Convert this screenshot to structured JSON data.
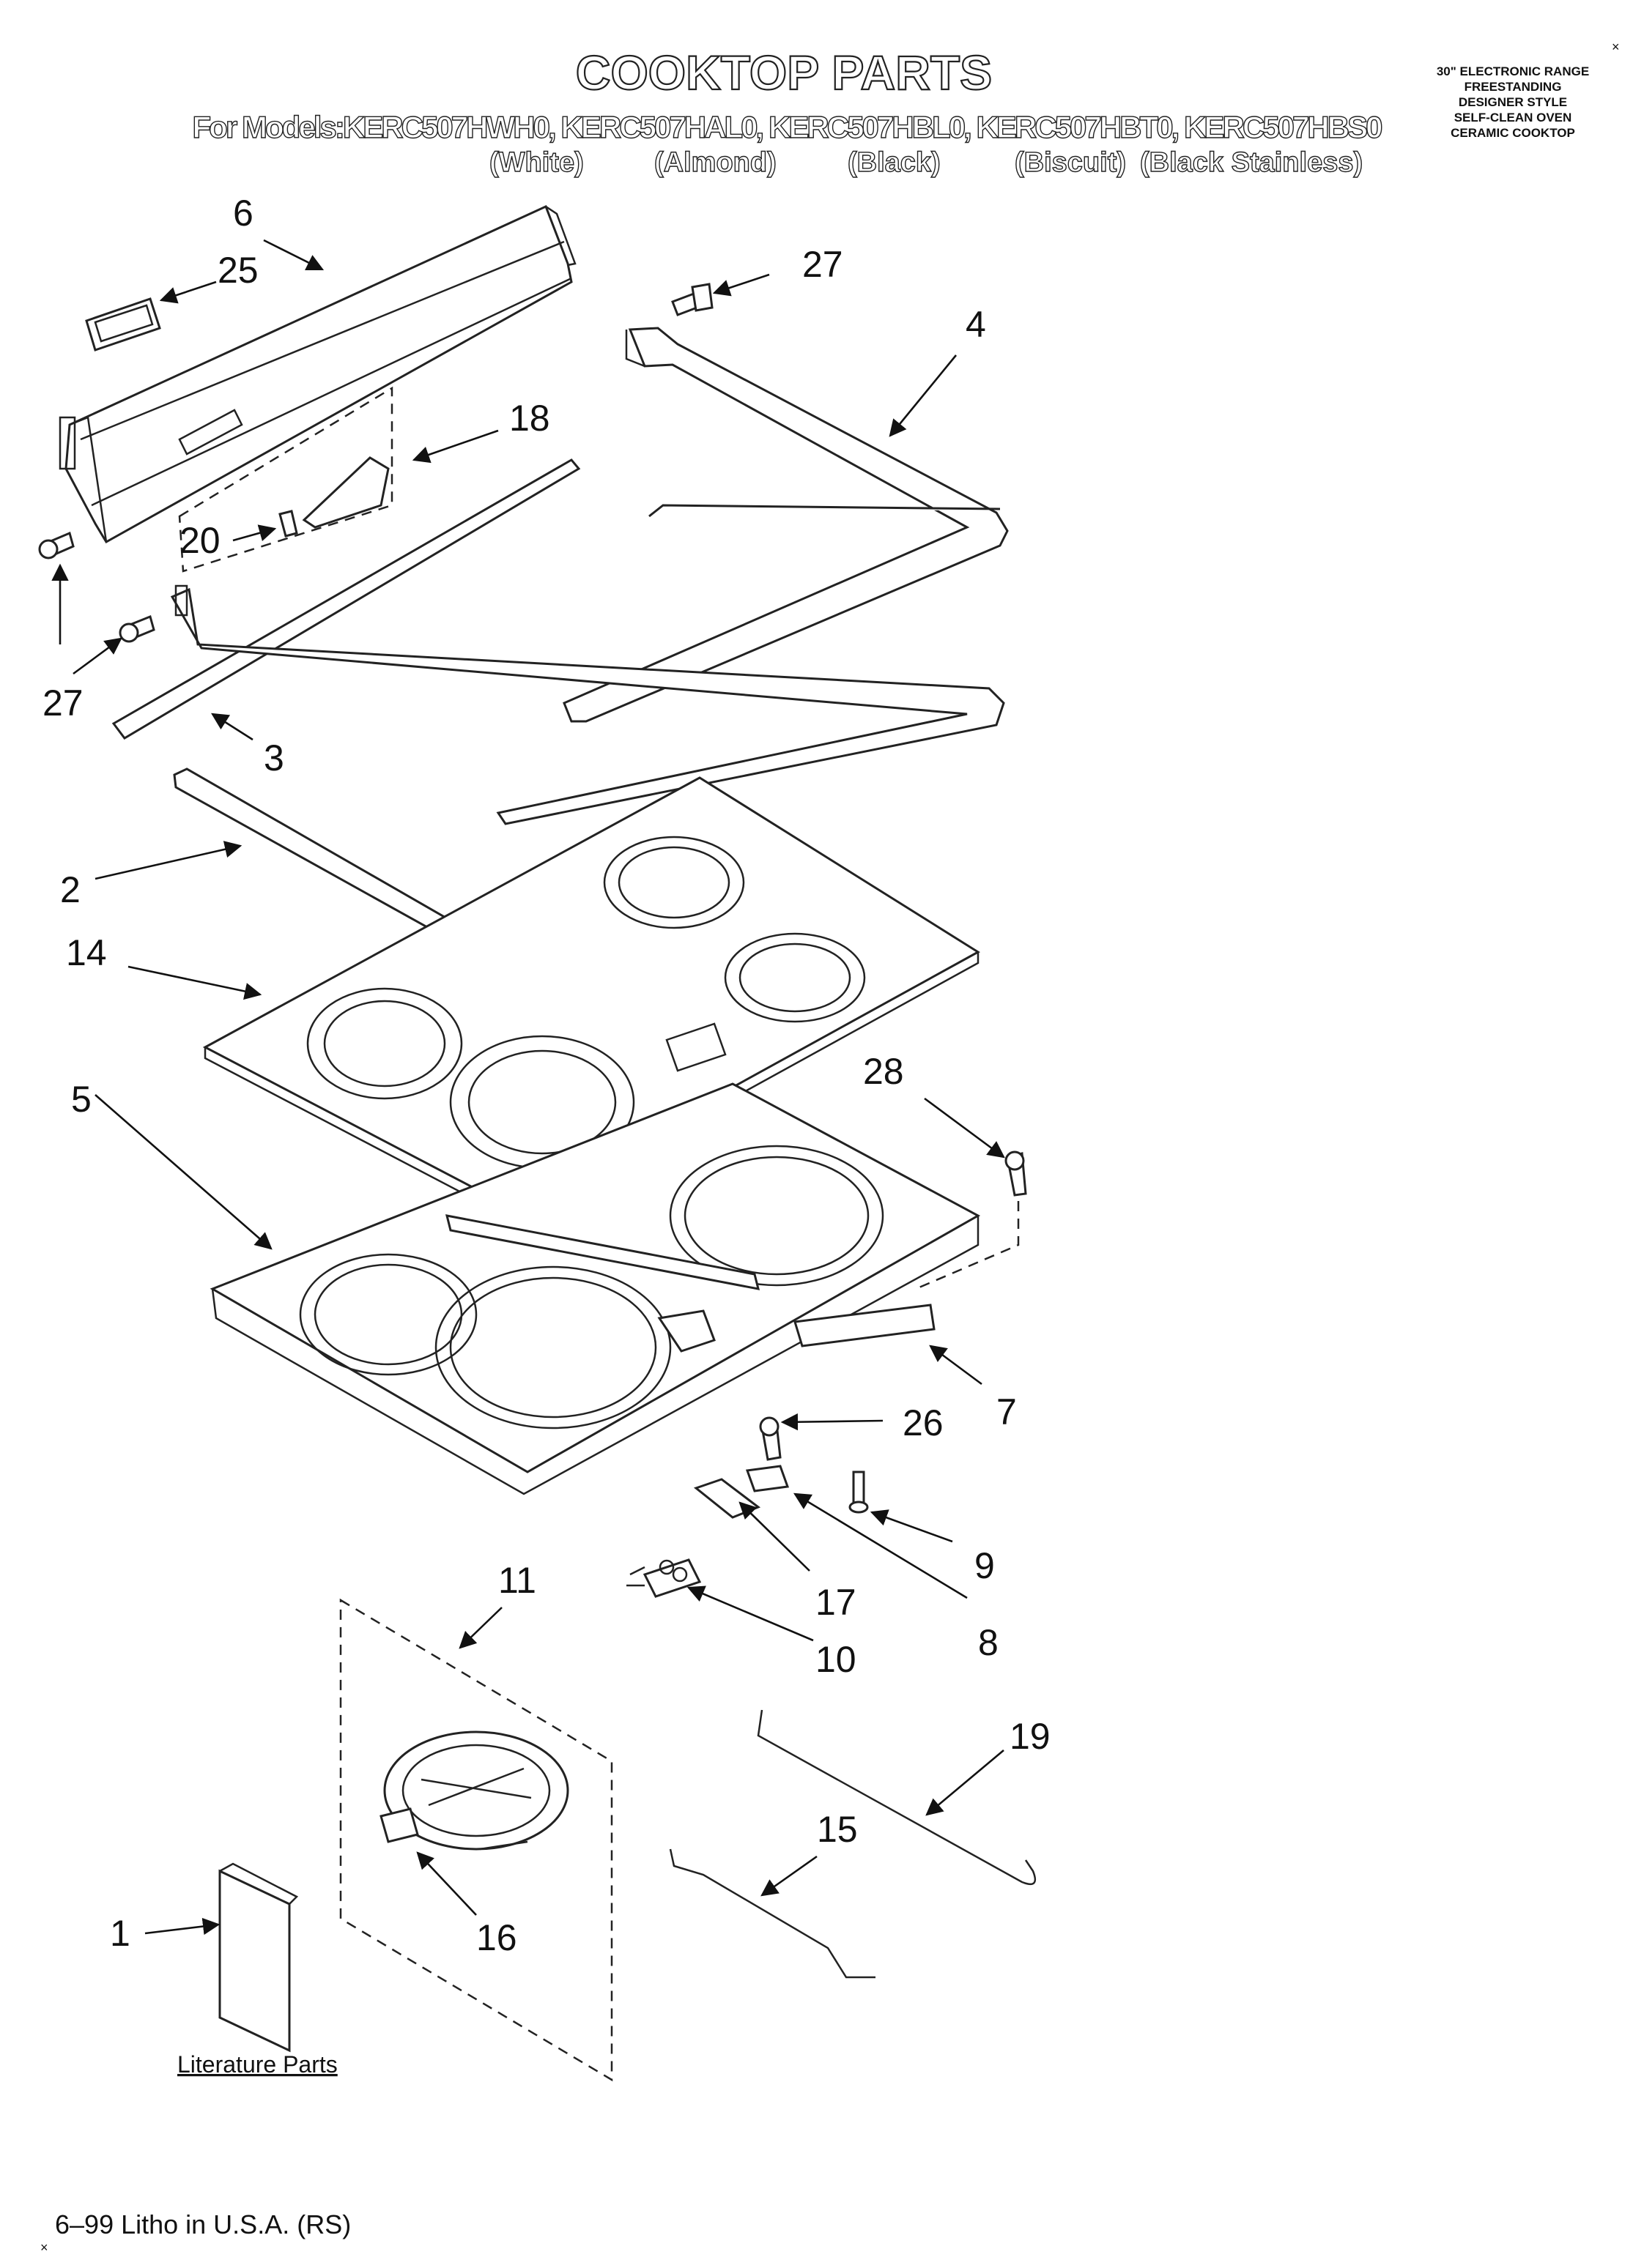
{
  "header": {
    "title": "COOKTOP PARTS",
    "models": "For Models:KERC507HWH0, KERC507HAL0, KERC507HBL0, KERC507HBT0, KERC507HBS0",
    "colors": [
      "(White)",
      "(Almond)",
      "(Black)",
      "(Biscuit)",
      "(Black Stainless)"
    ],
    "spec_lines": [
      "30\" ELECTRONIC RANGE",
      "FREESTANDING",
      "DESIGNER STYLE",
      "SELF-CLEAN OVEN",
      "CERAMIC COOKTOP"
    ]
  },
  "callouts": {
    "c6": "6",
    "c25": "25",
    "c27a": "27",
    "c4": "4",
    "c18": "18",
    "c20": "20",
    "c27b": "27",
    "c3": "3",
    "c2": "2",
    "c14": "14",
    "c28": "28",
    "c5": "5",
    "c7": "7",
    "c26": "26",
    "c9": "9",
    "c17": "17",
    "c8": "8",
    "c11": "11",
    "c10": "10",
    "c19": "19",
    "c15": "15",
    "c1": "1",
    "c16": "16"
  },
  "literature_label": "Literature Parts",
  "footer": "6–99 Litho in U.S.A. (RS)"
}
